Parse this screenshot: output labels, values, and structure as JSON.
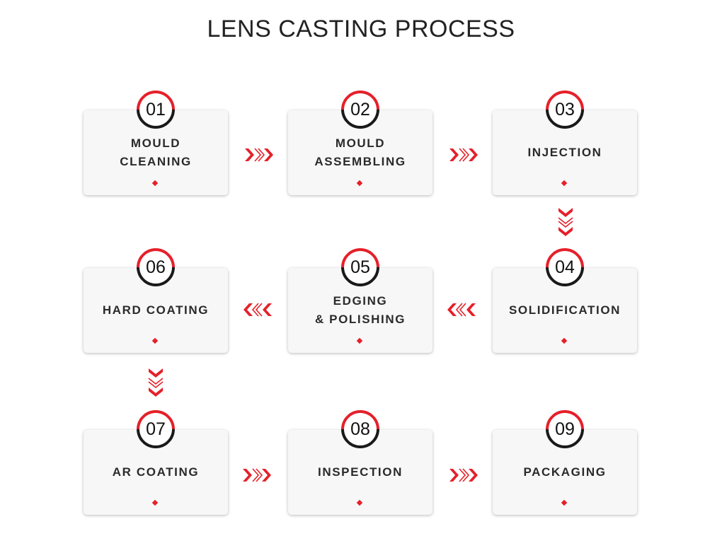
{
  "title": "LENS CASTING PROCESS",
  "accent_color": "#e5202a",
  "dark_color": "#1a1a1a",
  "steps": [
    {
      "num": "01",
      "label": "MOULD\nCLEANING"
    },
    {
      "num": "02",
      "label": "MOULD\nASSEMBLING"
    },
    {
      "num": "03",
      "label": "INJECTION"
    },
    {
      "num": "04",
      "label": "SOLIDIFICATION"
    },
    {
      "num": "05",
      "label": "EDGING\n& POLISHING"
    },
    {
      "num": "06",
      "label": "HARD COATING"
    },
    {
      "num": "07",
      "label": "AR COATING"
    },
    {
      "num": "08",
      "label": "INSPECTION"
    },
    {
      "num": "09",
      "label": "PACKAGING"
    }
  ],
  "connector_icons": {
    "right": "chevrons-right-icon",
    "left": "chevrons-left-icon",
    "down": "chevrons-down-icon"
  }
}
